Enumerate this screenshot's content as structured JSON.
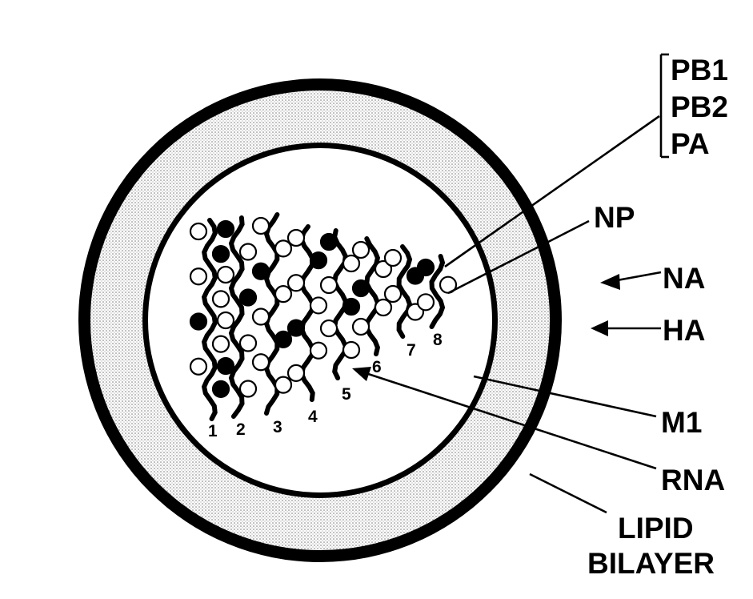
{
  "labels": {
    "polymerase": [
      "PB1",
      "PB2",
      "PA"
    ],
    "np": "NP",
    "na": "NA",
    "ha": "HA",
    "m1": "M1",
    "rna": "RNA",
    "lipid_line1": "LIPID",
    "lipid_line2": "BILAYER"
  },
  "segment_numbers": [
    "1",
    "2",
    "3",
    "4",
    "5",
    "6",
    "7",
    "8"
  ],
  "colors": {
    "ink": "#000000",
    "paper": "#ffffff",
    "stipple": "#bdbdbd"
  }
}
